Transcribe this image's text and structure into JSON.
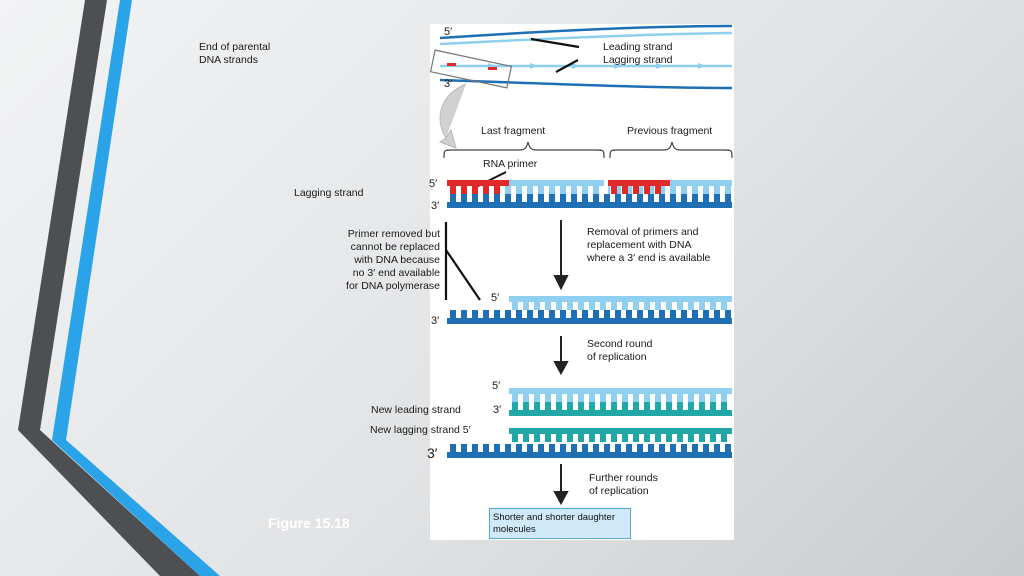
{
  "labels": {
    "end_parental": "End of parental\nDNA strands",
    "leading_strand_top": "Leading strand",
    "lagging_strand_top": "Lagging strand",
    "last_fragment": "Last fragment",
    "previous_fragment": "Previous fragment",
    "rna_primer": "RNA primer",
    "lagging_strand": "Lagging strand",
    "primer_removed": "Primer removed but\ncannot be replaced\nwith DNA because\nno 3′ end available\nfor DNA polymerase",
    "removal_of_primers": "Removal of primers and\nreplacement with DNA\nwhere a 3′ end is available",
    "second_round": "Second round\nof replication",
    "new_leading_strand": "New leading strand",
    "new_lagging_strand": "New lagging strand 5′",
    "further_rounds": "Further rounds\nof replication",
    "shorter_molecules": "Shorter and shorter\ndaughter molecules",
    "figure": "Figure 15.18"
  },
  "ends": {
    "top_5": "5′",
    "top_3": "3′",
    "row1_5": "5′",
    "row1_3": "3′",
    "row2_5": "5′",
    "row2_3": "3′",
    "row3_5": "5′",
    "row3_3": "3′",
    "row4_3": "3′"
  },
  "colors": {
    "dark_strand": "#1f6fb5",
    "light_strand": "#8fd0f0",
    "rna_primer": "#e02a2a",
    "new_strand": "#22a7a7",
    "deco_gray": "#4d4f52",
    "deco_blue": "#2aa3e8"
  }
}
